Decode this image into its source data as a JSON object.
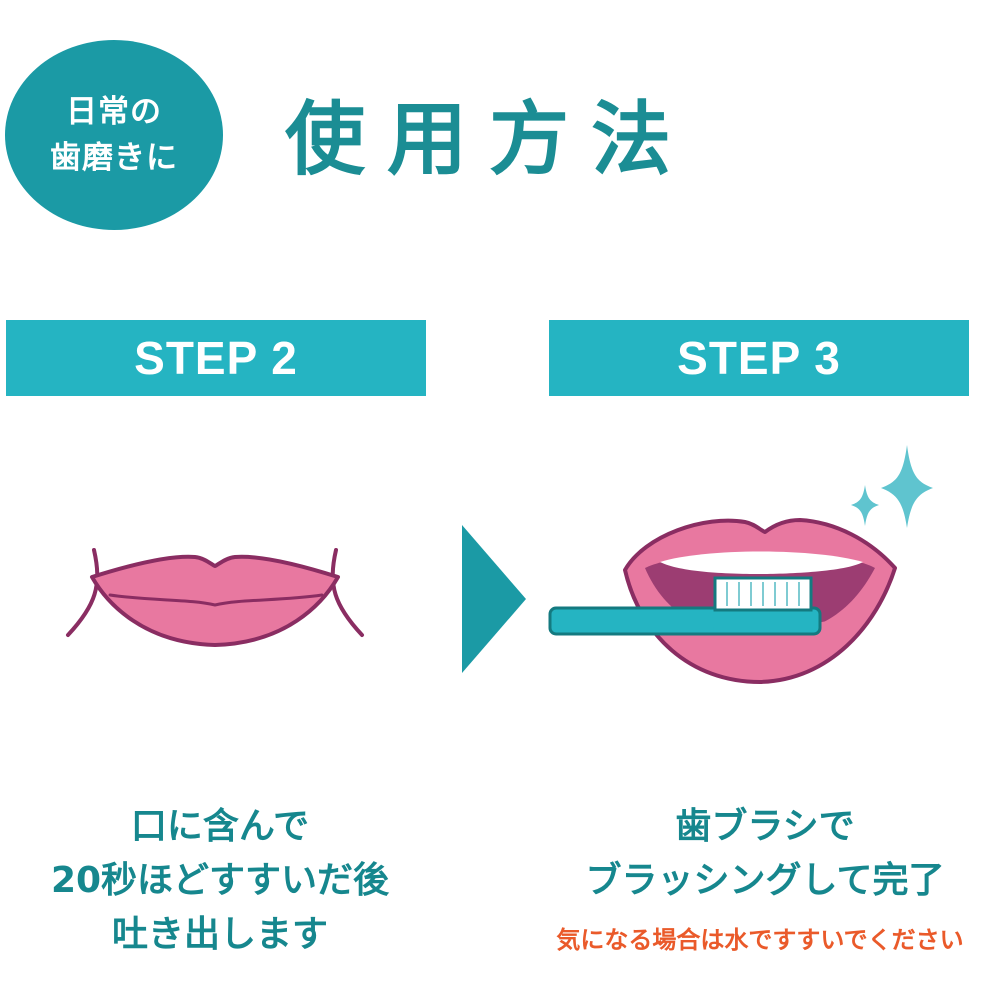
{
  "badge": {
    "line1": "日常の",
    "line2": "歯磨きに"
  },
  "title": "使用方法",
  "steps": [
    {
      "label": "STEP 2",
      "caption": [
        "口に含んで",
        "20秒ほどすすいだ後",
        "吐き出します"
      ]
    },
    {
      "label": "STEP 3",
      "caption": [
        "歯ブラシで",
        "ブラッシングして完了"
      ],
      "note": "気になる場合は水ですすいでください"
    }
  ],
  "icons": {
    "step2": "closed-lips-icon",
    "arrow": "next-arrow-icon",
    "step3": "brushing-mouth-icon",
    "sparkle": "sparkle-icon"
  },
  "colors": {
    "teal_dark": "#1b8d94",
    "teal_bar": "#25b4c2",
    "lip_pink": "#e878a0",
    "lip_outline": "#8a2d62",
    "note_orange": "#ea5a2a"
  }
}
